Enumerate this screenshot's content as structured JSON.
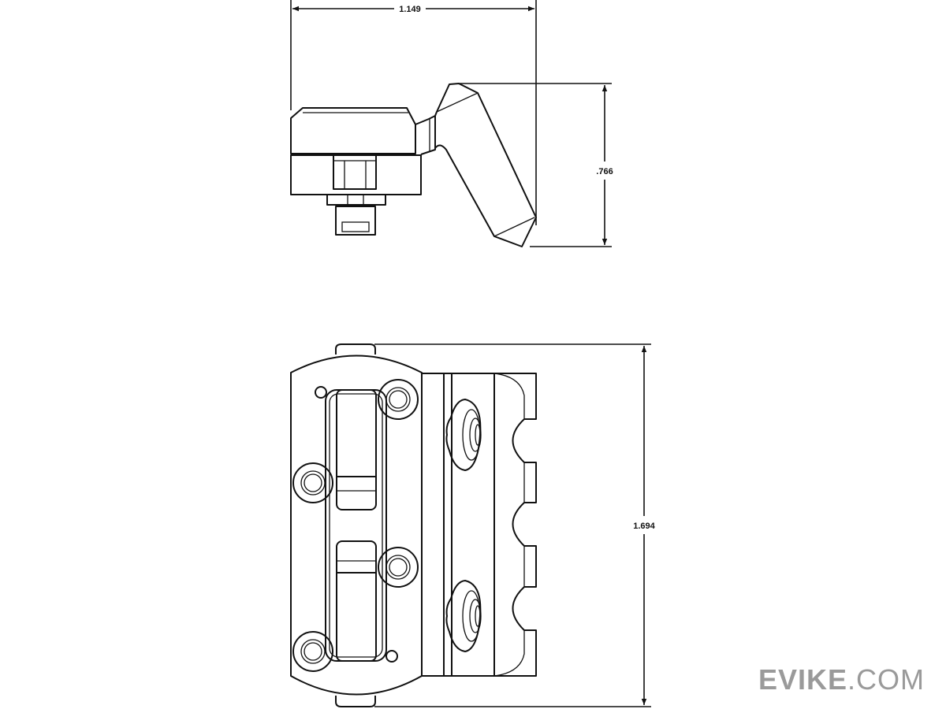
{
  "drawing": {
    "side_view": {
      "width_dimension": "1.149",
      "height_dimension": ".766"
    },
    "top_view": {
      "length_dimension": "1.694"
    }
  },
  "watermark": {
    "brand": "EVIKE",
    "suffix": ".COM",
    "color": "#9a9a9a"
  }
}
